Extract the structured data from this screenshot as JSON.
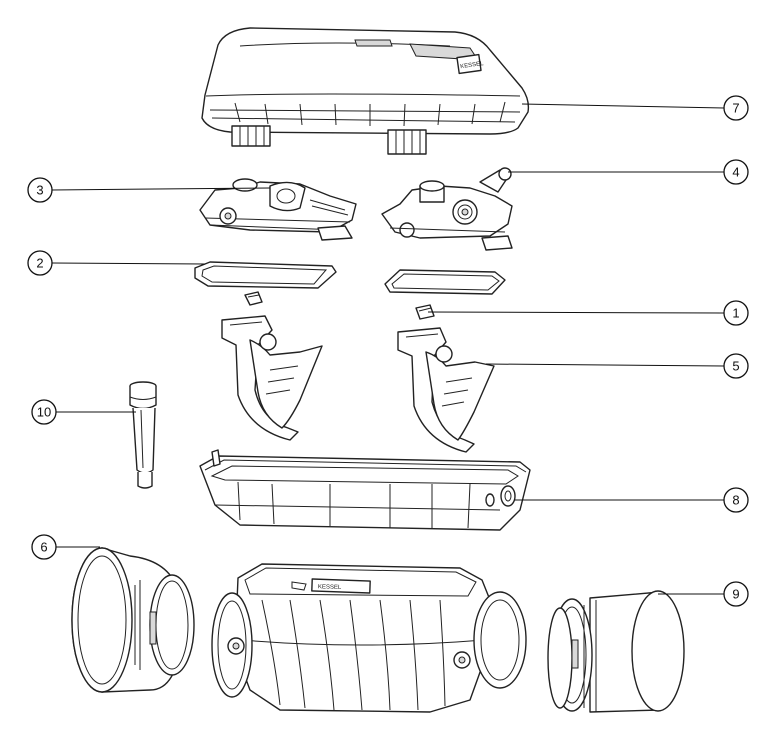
{
  "callouts": [
    {
      "label": "1"
    },
    {
      "label": "2"
    },
    {
      "label": "3"
    },
    {
      "label": "4"
    },
    {
      "label": "5"
    },
    {
      "label": "6"
    },
    {
      "label": "7"
    },
    {
      "label": "8"
    },
    {
      "label": "9"
    },
    {
      "label": "10"
    }
  ],
  "labels": {
    "cover_brand": "KESSEL",
    "housing_brand": "KESSEL"
  }
}
